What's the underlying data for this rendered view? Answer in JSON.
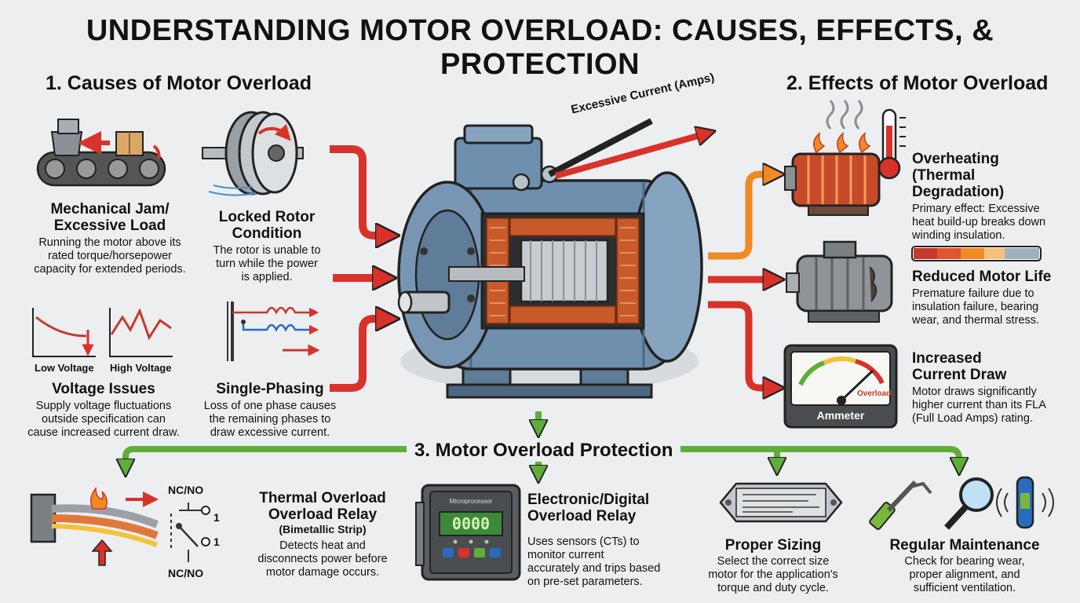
{
  "title": "UNDERSTANDING MOTOR OVERLOAD: CAUSES, EFFECTS, & PROTECTION",
  "causes": {
    "heading": "1. Causes of Motor Overload",
    "mechanical": {
      "title_l1": "Mechanical Jam/",
      "title_l2": "Excessive Load",
      "desc_l1": "Running the motor above its",
      "desc_l2": "rated torque/horsepower",
      "desc_l3": "capacity for extended periods."
    },
    "locked": {
      "title_l1": "Locked Rotor",
      "title_l2": "Condition",
      "desc_l1": "The rotor is unable to",
      "desc_l2": "turn while the power",
      "desc_l3": "is applied."
    },
    "voltage": {
      "low_label": "Low Voltage",
      "high_label": "High Voltage",
      "title": "Voltage Issues",
      "desc_l1": "Supply voltage fluctuations",
      "desc_l2": "outside specification can",
      "desc_l3": "cause increased current draw."
    },
    "phasing": {
      "title": "Single-Phasing",
      "desc_l1": "Loss of one phase causes",
      "desc_l2": "the remaining phases to",
      "desc_l3": "draw excessive current."
    }
  },
  "motor": {
    "current_label": "Excessive Current (Amps)"
  },
  "effects": {
    "heading": "2. Effects of Motor Overload",
    "overheating": {
      "title_l1": "Overheating",
      "title_l2": "(Thermal Degradation)",
      "desc_l1": "Primary effect: Excessive",
      "desc_l2": "heat build-up breaks down",
      "desc_l3": "winding insulation."
    },
    "life": {
      "title": "Reduced Motor Life",
      "desc_l1": "Premature failure due to",
      "desc_l2": "insulation failure, bearing",
      "desc_l3": "wear, and thermal stress."
    },
    "current": {
      "title_l1": "Increased",
      "title_l2": "Current Draw",
      "desc_l1": "Motor draws significantly",
      "desc_l2": "higher current than its FLA",
      "desc_l3": "(Full Load Amps) rating.",
      "gauge_zone": "Overload",
      "gauge_label": "Ammeter"
    }
  },
  "protection": {
    "heading": "3. Motor Overload Protection",
    "thermal": {
      "title_l1": "Thermal Overload",
      "title_l2": "Overload Relay",
      "subtitle": "(Bimetallic Strip)",
      "desc_l1": "Detects heat and",
      "desc_l2": "disconnects power before",
      "desc_l3": "motor damage occurs.",
      "nc_top": "NC/NO",
      "nc_bottom": "NC/NO",
      "term1": "1",
      "term2": "1"
    },
    "electronic": {
      "title_l1": "Electronic/Digital",
      "title_l2": "Overload Relay",
      "device_label": "Microprocessor",
      "display": "0000",
      "desc_l1": "Uses sensors (CTs) to",
      "desc_l2": "monitor current",
      "desc_l3": "accurately and trips based",
      "desc_l4": "on pre-set parameters."
    },
    "sizing": {
      "title": "Proper Sizing",
      "desc_l1": "Select the correct size",
      "desc_l2": "motor for the application's",
      "desc_l3": "torque and duty cycle."
    },
    "maintenance": {
      "title": "Regular Maintenance",
      "desc_l1": "Check for bearing wear,",
      "desc_l2": "proper alignment, and",
      "desc_l3": "sufficient ventilation."
    }
  },
  "colors": {
    "arrow_red": "#d8322a",
    "arrow_orange": "#f08a22",
    "arrow_green": "#5fae3a",
    "motor_blue": "#6f8fae",
    "copper": "#c85a2a"
  }
}
